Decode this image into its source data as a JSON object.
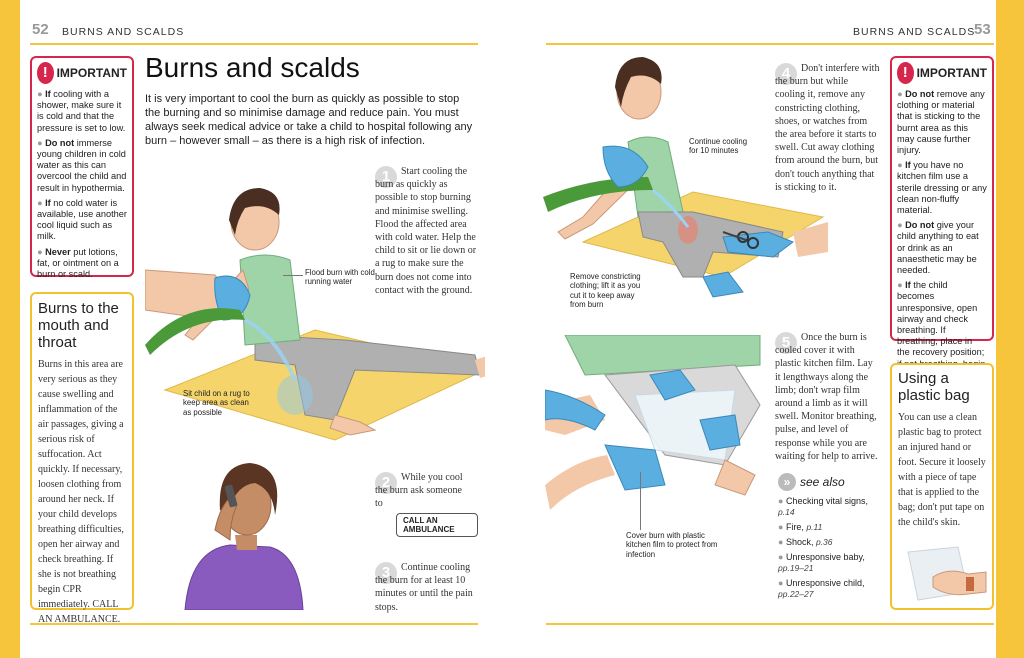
{
  "header": {
    "left_page_num": "52",
    "left_title": "BURNS AND SCALDS",
    "right_title": "BURNS AND SCALDS",
    "right_page_num": "53"
  },
  "main": {
    "title": "Burns and scalds",
    "intro": "It is very important to cool the burn as quickly as possible to stop the burning and so minimise damage and reduce pain. You must always seek medical advice or take a child to hospital following any burn – however small – as there is a high risk of infection."
  },
  "important_left": {
    "icon": "!",
    "title": "IMPORTANT",
    "items": [
      {
        "bold": "If",
        "text": " cooling with a shower, make sure it is cold and that the pressure is set to low."
      },
      {
        "bold": "Do not",
        "text": " immerse young children in cold water as this can overcool the child and result in hypothermia."
      },
      {
        "bold": "If",
        "text": " no cold water is available, use another cool liquid such as milk."
      },
      {
        "bold": "Never",
        "text": " put lotions, fat, or ointment on a burn or scald."
      }
    ]
  },
  "mouth_box": {
    "title": "Burns to the mouth and throat",
    "body": "Burns in this area are very serious as they cause swelling and inflammation of the air passages, giving a serious risk of suffocation. Act quickly. If necessary, loosen clothing from around her neck. If your child develops breathing difficulties, open her airway and check breathing. If she is not breathing begin CPR immediately. CALL AN AMBULANCE."
  },
  "steps": {
    "s1": {
      "num": "1",
      "text": "Start cooling the burn as quickly as possible to stop burning and minimise swelling. Flood the affected area with cold water. Help the child to sit or lie down or a rug to make sure the burn does not come into contact with the ground."
    },
    "s2": {
      "num": "2",
      "text": "While you cool the burn ask someone to",
      "call": "CALL AN AMBULANCE"
    },
    "s3": {
      "num": "3",
      "text": "Continue cooling the burn for at least 10 minutes or until the pain stops."
    },
    "s4": {
      "num": "4",
      "text": "Don't interfere with the burn but while cooling it, remove any constricting clothing, shoes, or watches from the area before it starts to swell. Cut away clothing from around the burn, but don't touch anything that is sticking to it."
    },
    "s5": {
      "num": "5",
      "text": "Once the burn is cooled cover it with plastic kitchen film. Lay it lengthways along the limb; don't wrap film around a limb as it will swell. Monitor breathing, pulse, and level of response while you are waiting for help to arrive."
    }
  },
  "labels": {
    "flood": "Flood burn with cold running water",
    "rug": "Sit child on a rug to keep area as clean as possible",
    "continue": "Continue cooling for 10 minutes",
    "constrict": "Remove constricting clothing; lift it as you cut it to keep away from burn",
    "cover": "Cover burn with plastic kitchen film to protect from infection"
  },
  "important_right": {
    "icon": "!",
    "title": "IMPORTANT",
    "items": [
      {
        "bold": "Do not",
        "text": " remove any clothing or material that is sticking to the burnt area as this may cause further injury."
      },
      {
        "bold": "If",
        "text": " you have no kitchen film use a sterile dressing or any clean non-fluffy material."
      },
      {
        "bold": "Do not",
        "text": " give your child anything to eat or drink as an anaesthetic may be needed."
      },
      {
        "bold": "If",
        "text": " the child becomes unresponsive, open airway and check breathing. If breathing, place in the recovery position; if not breathing, begin CPR immediately. CALL AN AMBULANCE."
      }
    ]
  },
  "see_also": {
    "title": "see also",
    "items": [
      {
        "label": "Checking vital signs,",
        "page": "p.14"
      },
      {
        "label": "Fire,",
        "page": "p.11"
      },
      {
        "label": "Shock,",
        "page": "p.36"
      },
      {
        "label": "Unresponsive baby,",
        "page": "pp.19–21"
      },
      {
        "label": "Unresponsive child,",
        "page": "pp.22–27"
      }
    ]
  },
  "bag_box": {
    "title": "Using a plastic bag",
    "body": "You can use a clean plastic bag to protect an injured hand or foot. Secure it loosely with a piece of tape that is applied to the bag; don't put tape on the child's skin."
  },
  "colors": {
    "frame": "#f7c53b",
    "important_border": "#d7264b",
    "sidebar_border": "#f2c12e",
    "shirt": "#9fd3a8",
    "glove": "#5aaee0",
    "rug": "#f5d56b"
  }
}
